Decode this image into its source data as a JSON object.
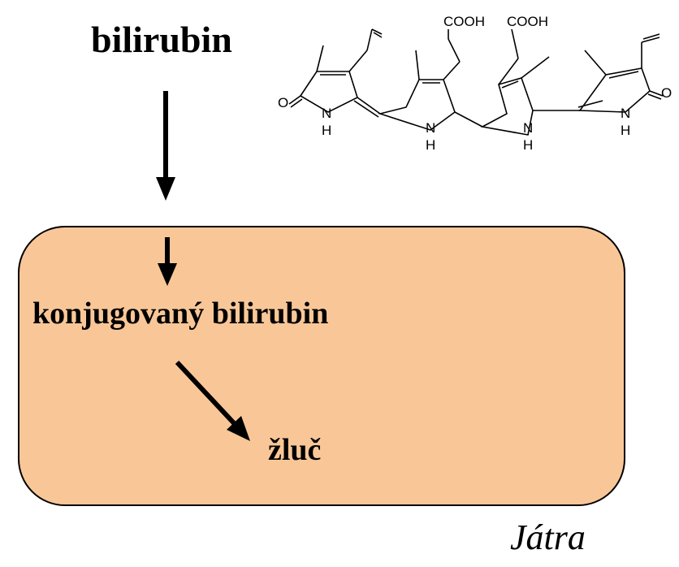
{
  "diagram": {
    "title": "bilirubin",
    "conjugated_label": "konjugovaný bilirubin",
    "bile_label": "žluč",
    "organ_label": "Játra",
    "box_color": "#f9c797",
    "structure_labels": {
      "cooh_left": "COOH",
      "cooh_right": "COOH",
      "o_left": "O",
      "o_right": "O",
      "n1": "N",
      "n2": "N",
      "n3": "N",
      "n4": "N",
      "h1": "H",
      "h2": "H",
      "h3": "H",
      "h4": "H"
    }
  }
}
